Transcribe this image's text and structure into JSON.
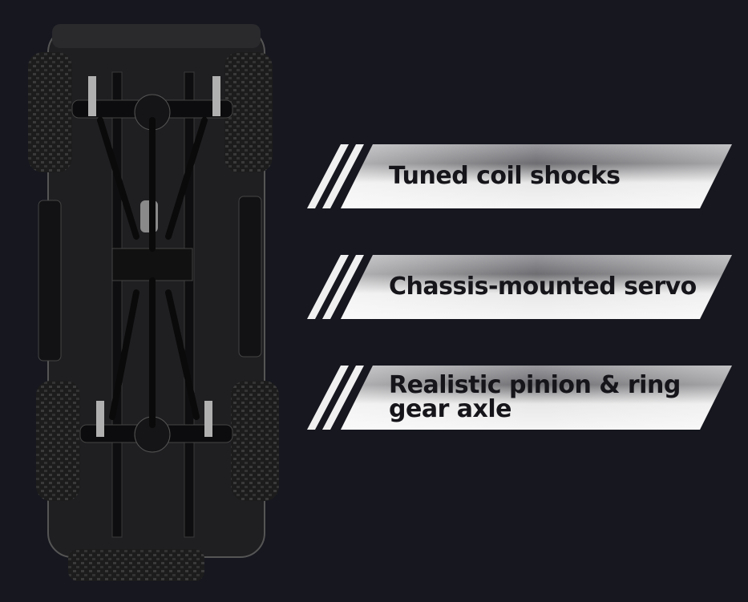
{
  "features": [
    {
      "label": "Tuned coil shocks"
    },
    {
      "label": "Chassis-mounted servo"
    },
    {
      "label": "Realistic pinion & ring gear axle"
    }
  ],
  "colors": {
    "background": "#16171f",
    "banner_light": "#f2f2f2",
    "banner_dark": "#8e8e92",
    "text": "#15151a"
  }
}
